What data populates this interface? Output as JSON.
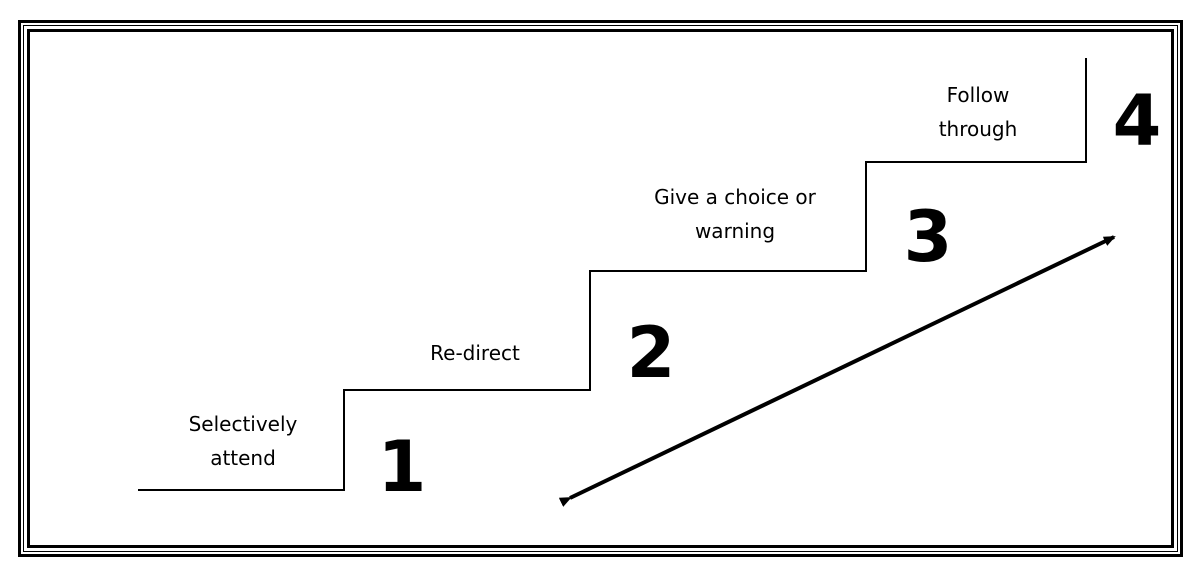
{
  "steps": [
    {
      "number": "1",
      "line1": "Selectively",
      "line2": "attend"
    },
    {
      "number": "2",
      "line1": "Re-direct",
      "line2": ""
    },
    {
      "number": "3",
      "line1": "Give a choice or",
      "line2": "warning"
    },
    {
      "number": "4",
      "line1": "Follow",
      "line2": "through"
    }
  ],
  "colors": {
    "line": "#000000",
    "background": "#ffffff"
  }
}
